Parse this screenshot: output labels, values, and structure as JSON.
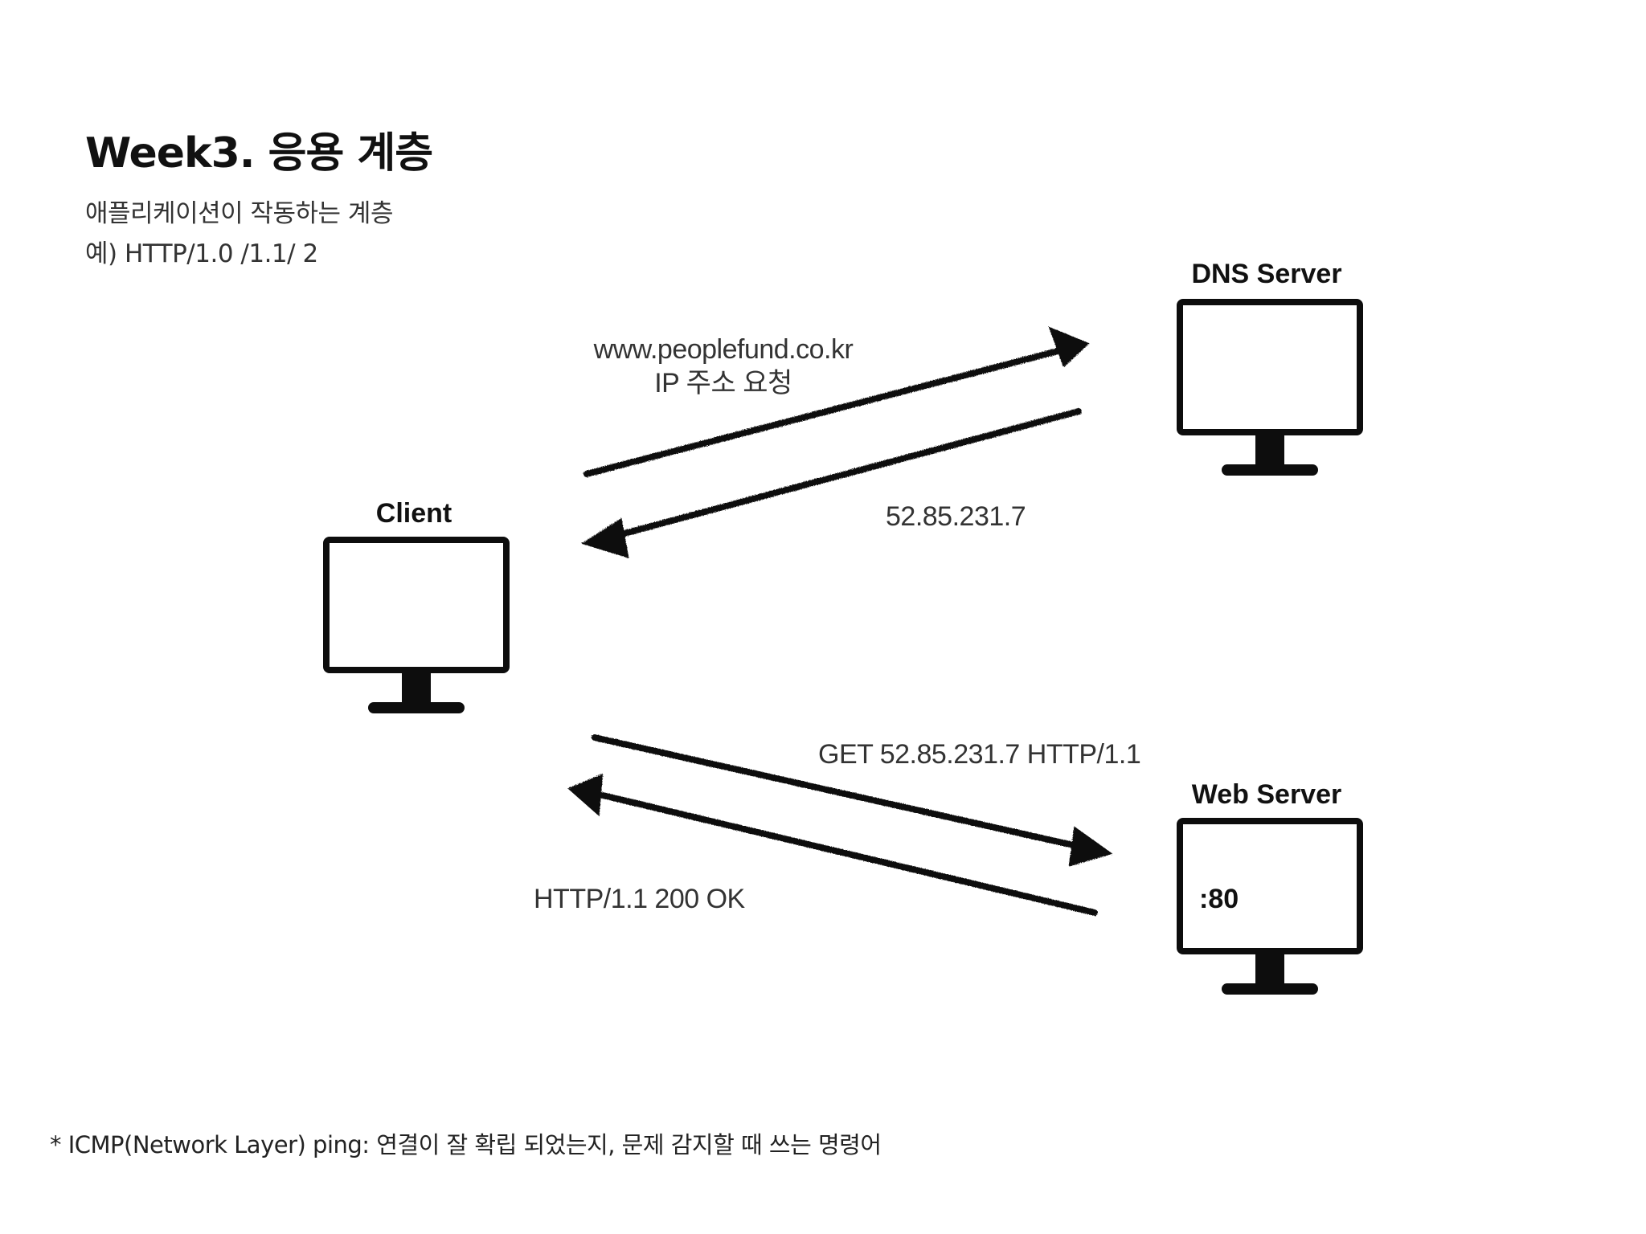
{
  "header": {
    "title": "Week3. 응용 계층",
    "desc_line1": "애플리케이션이 작동하는 계층",
    "desc_line2": "예) HTTP/1.0 /1.1/ 2"
  },
  "nodes": {
    "client": "Client",
    "dns_server": "DNS Server",
    "web_server": "Web Server",
    "web_server_port": ":80"
  },
  "messages": {
    "dns_request_line1": "www.peoplefund.co.kr",
    "dns_request_line2": "IP 주소 요청",
    "dns_response": "52.85.231.7",
    "http_request": "GET 52.85.231.7 HTTP/1.1",
    "http_response": "HTTP/1.1 200 OK"
  },
  "footnote": "* ICMP(Network Layer) ping: 연결이 잘 확립 되었는지, 문제 감지할 때 쓰는 명령어"
}
